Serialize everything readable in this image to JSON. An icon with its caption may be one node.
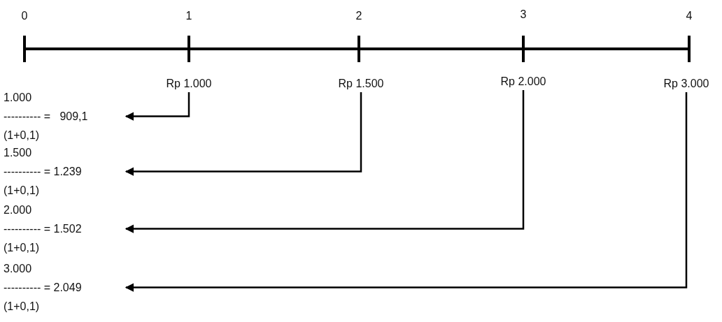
{
  "diagram": {
    "nodes": [
      {
        "text": [
          "Rp 1.000"
        ]
      },
      {
        "text": [
          "Rp 1.500"
        ]
      },
      {
        "text": [
          "Rp 2.000"
        ]
      },
      {
        "text": [
          "Rp 3.000"
        ]
      },
      {
        "text": [
          "1.000",
          "---------- =   909,1",
          "(1+0,1)"
        ]
      },
      {
        "text": [
          "1.500",
          "---------- = 1.239",
          "(1+0,1)"
        ]
      },
      {
        "text": [
          "2.000",
          "---------- = 1.502",
          "(1+0,1)"
        ]
      },
      {
        "text": [
          "3.000",
          "---------- = 2.049",
          "(1+0,1)"
        ]
      }
    ],
    "edges": [
      {
        "from": 0,
        "to": 4,
        "arrow": "to"
      },
      {
        "from": 1,
        "to": 5,
        "arrow": "to"
      },
      {
        "from": 2,
        "to": 6,
        "arrow": "to"
      },
      {
        "from": 3,
        "to": 7,
        "arrow": "to"
      }
    ],
    "labels": [
      "0",
      "1",
      "2",
      "3",
      "4"
    ]
  }
}
